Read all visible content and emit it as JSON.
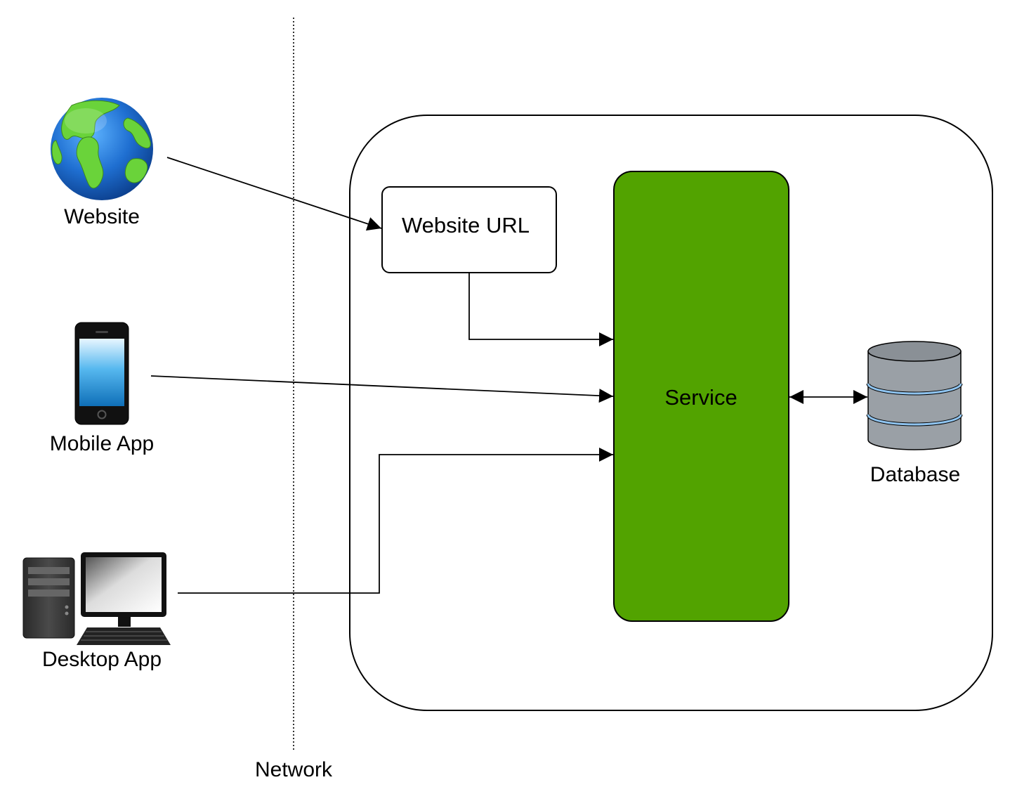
{
  "diagram": {
    "clients": {
      "website": {
        "label": "Website",
        "icon": "globe-icon"
      },
      "mobile": {
        "label": "Mobile App",
        "icon": "smartphone-icon"
      },
      "desktop": {
        "label": "Desktop App",
        "icon": "desktop-computer-icon"
      }
    },
    "boundary": {
      "label": "Network"
    },
    "website_url": {
      "label": "Website URL"
    },
    "service": {
      "label": "Service",
      "color": "#52a300"
    },
    "database": {
      "label": "Database",
      "icon": "database-icon"
    }
  }
}
